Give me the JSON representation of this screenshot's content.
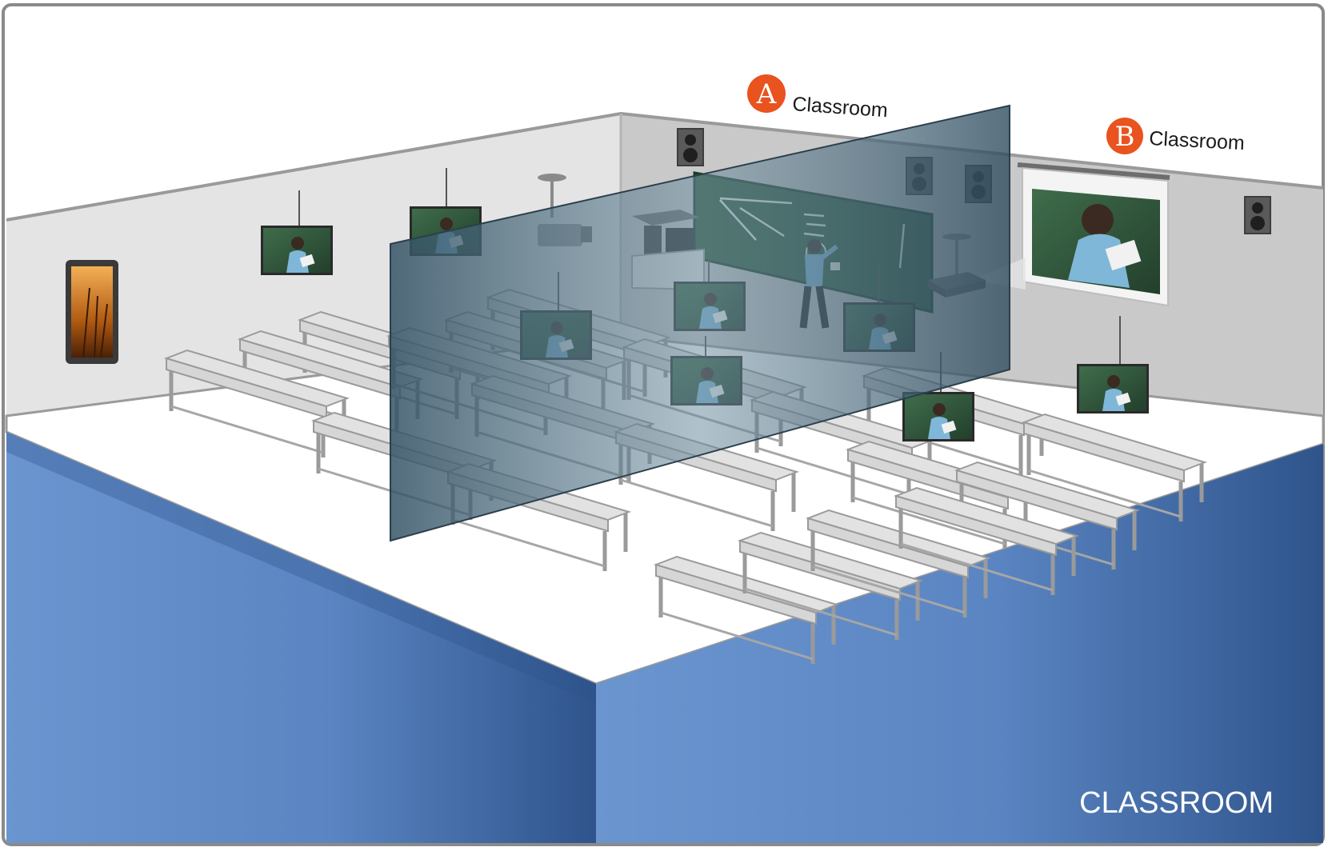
{
  "zones": [
    {
      "badge": "A",
      "label": "Classroom"
    },
    {
      "badge": "B",
      "label": "Classroom"
    }
  ],
  "title": "CLASSROOM",
  "colors": {
    "badge": "#e8531e",
    "floor_base": "#3f6aa8",
    "floor_light": "#6b95cf",
    "floor_dark": "#2c4f86",
    "partition": "#5d7a8c",
    "chalkboard": "#2f5a3a",
    "wall": "#dcdcdc",
    "border": "#8a8a8a"
  },
  "icons": [
    "speaker-icon",
    "camera-icon",
    "projector-icon",
    "display-screen-icon",
    "teacher-icon",
    "digital-signage-icon"
  ]
}
